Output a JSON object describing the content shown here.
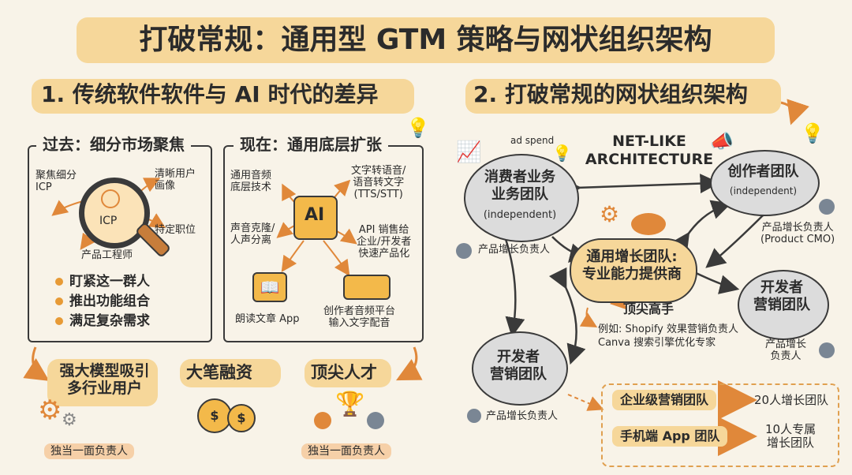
{
  "title": "打破常规：通用型 GTM 策略与网状组织架构",
  "section1": {
    "heading": "1. 传统软件软件与 AI 时代的差异",
    "past": {
      "title": "过去：细分市场聚焦",
      "focus_icp": "聚焦细分\nICP",
      "clear_persona": "清晰用户\n画像",
      "icp_center": "ICP",
      "specific_role": "特定职位",
      "product_engineer": "产品工程师",
      "bullets": [
        "盯紧这一群人",
        "推出功能组合",
        "满足复杂需求"
      ]
    },
    "now": {
      "title": "现在：通用底层扩张",
      "audio_tech": "通用音频\n底层技术",
      "tts": "文字转语音/\n语音转文字\n(TTS/STT)",
      "ai_chip": "AI",
      "voice_clone": "声音克隆/\n人声分离",
      "api_sales": "API 销售给\n企业/开发者\n快速产品化",
      "reading_app": "朗读文章 App",
      "creator_platform": "创作者音频平台\n输入文字配音"
    },
    "bottom": {
      "model": "强大模型吸引\n多行业用户",
      "funding": "大笔融资",
      "talent": "顶尖人才",
      "owner_left": "独当一面负责人",
      "owner_right": "独当一面负责人"
    }
  },
  "section2": {
    "heading": "2. 打破常规的网状组织架构",
    "net_label": "NET-LIKE\nARCHITECTURE",
    "ad_spend": "ad spend",
    "consumer": {
      "name": "消费者业务\n业务团队",
      "tag": "(independent)",
      "owner": "产品增长负责人"
    },
    "creator": {
      "name": "创作者团队",
      "tag": "(independent)",
      "owner": "产品增长负责人\n(Product CMO)"
    },
    "central": {
      "name": "通用增长团队:\n专业能力提供商",
      "top_talent": "顶尖高手",
      "examples": "例如: Shopify 效果营销负责人\nCanva 搜索引擎优化专家"
    },
    "dev_right": {
      "name": "开发者\n营销团队",
      "owner": "产品增长\n负责人"
    },
    "dev_left": {
      "name": "开发者\n营销团队",
      "owner": "产品增长负责人"
    },
    "enterprise": {
      "label": "企业级营销团队",
      "result": "20人增长团队"
    },
    "mobile": {
      "label": "手机端 App 团队",
      "result": "10人专属\n增长团队"
    }
  }
}
